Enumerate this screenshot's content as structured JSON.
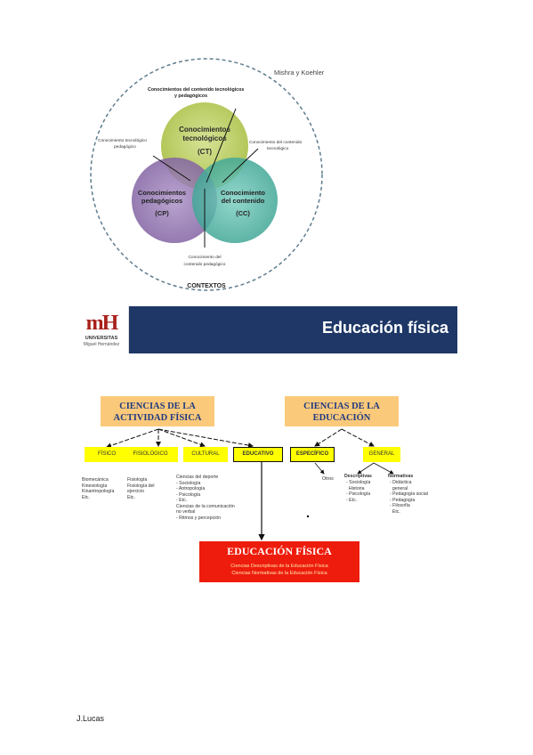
{
  "venn": {
    "author": "Mishra y Koehler",
    "top_label_1": "Conocimientos del contenido tecnológicos",
    "top_label_2": "y pedagógicos",
    "ct": [
      "Conocimientos",
      "tecnológicos",
      "(CT)"
    ],
    "cp": [
      "Conocimientos",
      "pedagógicos",
      "(CP)"
    ],
    "cc": [
      "Conocimiento",
      "del contenido",
      "(CC)"
    ],
    "left_label": [
      "Conocimiento tecnológico",
      "pedagógico"
    ],
    "right_label": [
      "Conocimiento del contenido",
      "tecnológico"
    ],
    "bottom_label": [
      "Conocimiento del",
      "contenido pedagógico"
    ],
    "context": "CONTEXTOS",
    "colors": {
      "ct": "#b5c95a",
      "cp": "#8e70ad",
      "cc": "#4ab3a3",
      "dashed": "#5f7d8f"
    }
  },
  "banner": {
    "title": "Educación física",
    "logo_mark": "mH",
    "logo_line1": "UNIVERSITAS",
    "logo_line2": "Miguel Hernández",
    "bar_color": "#1e3766"
  },
  "diagram": {
    "ciencias_af": [
      "CIENCIAS DE LA",
      "ACTIVIDAD FÍSICA"
    ],
    "ciencias_ed": [
      "CIENCIAS DE LA",
      "EDUCACIÓN"
    ],
    "fisico": "FÍSICO",
    "fisiologico": "FISIOLÓGICO",
    "cultural": "CULTURAL",
    "educativo": "EDUCATIVO",
    "especifico": "ESPECÍFICO",
    "general": "GENERAL",
    "fisico_list": "Biomecánica\nKinesiología\nKinantropología\nEtc.",
    "fisiologico_list": "Fisiología\nFisiología del\nejercicio\nEtc.",
    "cultural_list": "Ciencias del deporte\n- Sociología\n- Antropología\n- Psicología\n- Etc.\nCiencias de la comunicación\nno verbal\n- Ritmos y percepción",
    "especifico_list": "Otros",
    "descriptivas_title": "Descriptivas",
    "descriptivas_list": "- Sociología\n  Historia\n- Psicología\n- Etc.",
    "normativas_title": "Normativas",
    "normativas_list": "- Didáctica\n  general\n- Pedagogía social\n- Pedagogía\n- Filosofía\n  Etc.",
    "ef_title": "EDUCACIÓN FÍSICA",
    "ef_line1": "Ciencias Descriptivas de la Educación Física",
    "ef_line2": "Ciencias Normativas de la Educación Física"
  },
  "footer": {
    "author": "J.Lucas"
  }
}
